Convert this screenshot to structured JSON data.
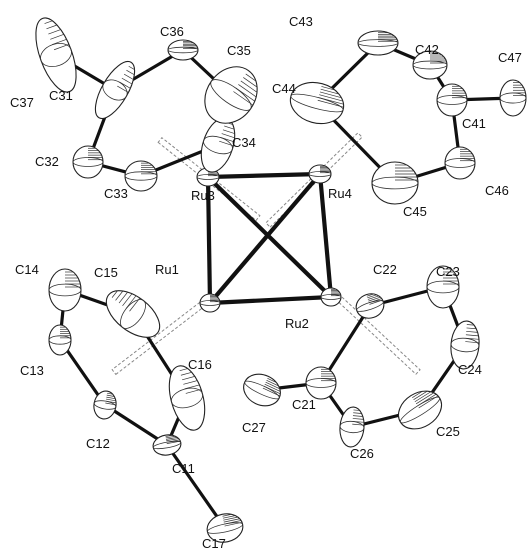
{
  "figure": {
    "atoms": [
      {
        "id": "Ru1",
        "label": "Ru1"
      },
      {
        "id": "Ru2",
        "label": "Ru2"
      },
      {
        "id": "Ru3",
        "label": "Ru3"
      },
      {
        "id": "Ru4",
        "label": "Ru4"
      },
      {
        "id": "C11",
        "label": "C11"
      },
      {
        "id": "C12",
        "label": "C12"
      },
      {
        "id": "C13",
        "label": "C13"
      },
      {
        "id": "C14",
        "label": "C14"
      },
      {
        "id": "C15",
        "label": "C15"
      },
      {
        "id": "C16",
        "label": "C16"
      },
      {
        "id": "C17",
        "label": "C17"
      },
      {
        "id": "C21",
        "label": "C21"
      },
      {
        "id": "C22",
        "label": "C22"
      },
      {
        "id": "C23",
        "label": "C23"
      },
      {
        "id": "C24",
        "label": "C24"
      },
      {
        "id": "C25",
        "label": "C25"
      },
      {
        "id": "C26",
        "label": "C26"
      },
      {
        "id": "C27",
        "label": "C27"
      },
      {
        "id": "C31",
        "label": "C31"
      },
      {
        "id": "C32",
        "label": "C32"
      },
      {
        "id": "C33",
        "label": "C33"
      },
      {
        "id": "C34",
        "label": "C34"
      },
      {
        "id": "C35",
        "label": "C35"
      },
      {
        "id": "C36",
        "label": "C36"
      },
      {
        "id": "C37",
        "label": "C37"
      },
      {
        "id": "C41",
        "label": "C41"
      },
      {
        "id": "C42",
        "label": "C42"
      },
      {
        "id": "C43",
        "label": "C43"
      },
      {
        "id": "C44",
        "label": "C44"
      },
      {
        "id": "C45",
        "label": "C45"
      },
      {
        "id": "C46",
        "label": "C46"
      },
      {
        "id": "C47",
        "label": "C47"
      }
    ],
    "bonds": [
      [
        "Ru1",
        "Ru2"
      ],
      [
        "Ru1",
        "Ru3"
      ],
      [
        "Ru1",
        "Ru4"
      ],
      [
        "Ru2",
        "Ru3"
      ],
      [
        "Ru2",
        "Ru4"
      ],
      [
        "Ru3",
        "Ru4"
      ],
      [
        "C11",
        "C12"
      ],
      [
        "C12",
        "C13"
      ],
      [
        "C13",
        "C14"
      ],
      [
        "C14",
        "C15"
      ],
      [
        "C15",
        "C16"
      ],
      [
        "C16",
        "C11"
      ],
      [
        "C11",
        "C17"
      ],
      [
        "C21",
        "C22"
      ],
      [
        "C22",
        "C23"
      ],
      [
        "C23",
        "C24"
      ],
      [
        "C24",
        "C25"
      ],
      [
        "C25",
        "C26"
      ],
      [
        "C26",
        "C21"
      ],
      [
        "C21",
        "C27"
      ],
      [
        "C31",
        "C32"
      ],
      [
        "C32",
        "C33"
      ],
      [
        "C33",
        "C34"
      ],
      [
        "C34",
        "C35"
      ],
      [
        "C35",
        "C36"
      ],
      [
        "C36",
        "C31"
      ],
      [
        "C31",
        "C37"
      ],
      [
        "C41",
        "C42"
      ],
      [
        "C42",
        "C43"
      ],
      [
        "C43",
        "C44"
      ],
      [
        "C44",
        "C45"
      ],
      [
        "C45",
        "C46"
      ],
      [
        "C46",
        "C41"
      ],
      [
        "C41",
        "C47"
      ]
    ]
  }
}
